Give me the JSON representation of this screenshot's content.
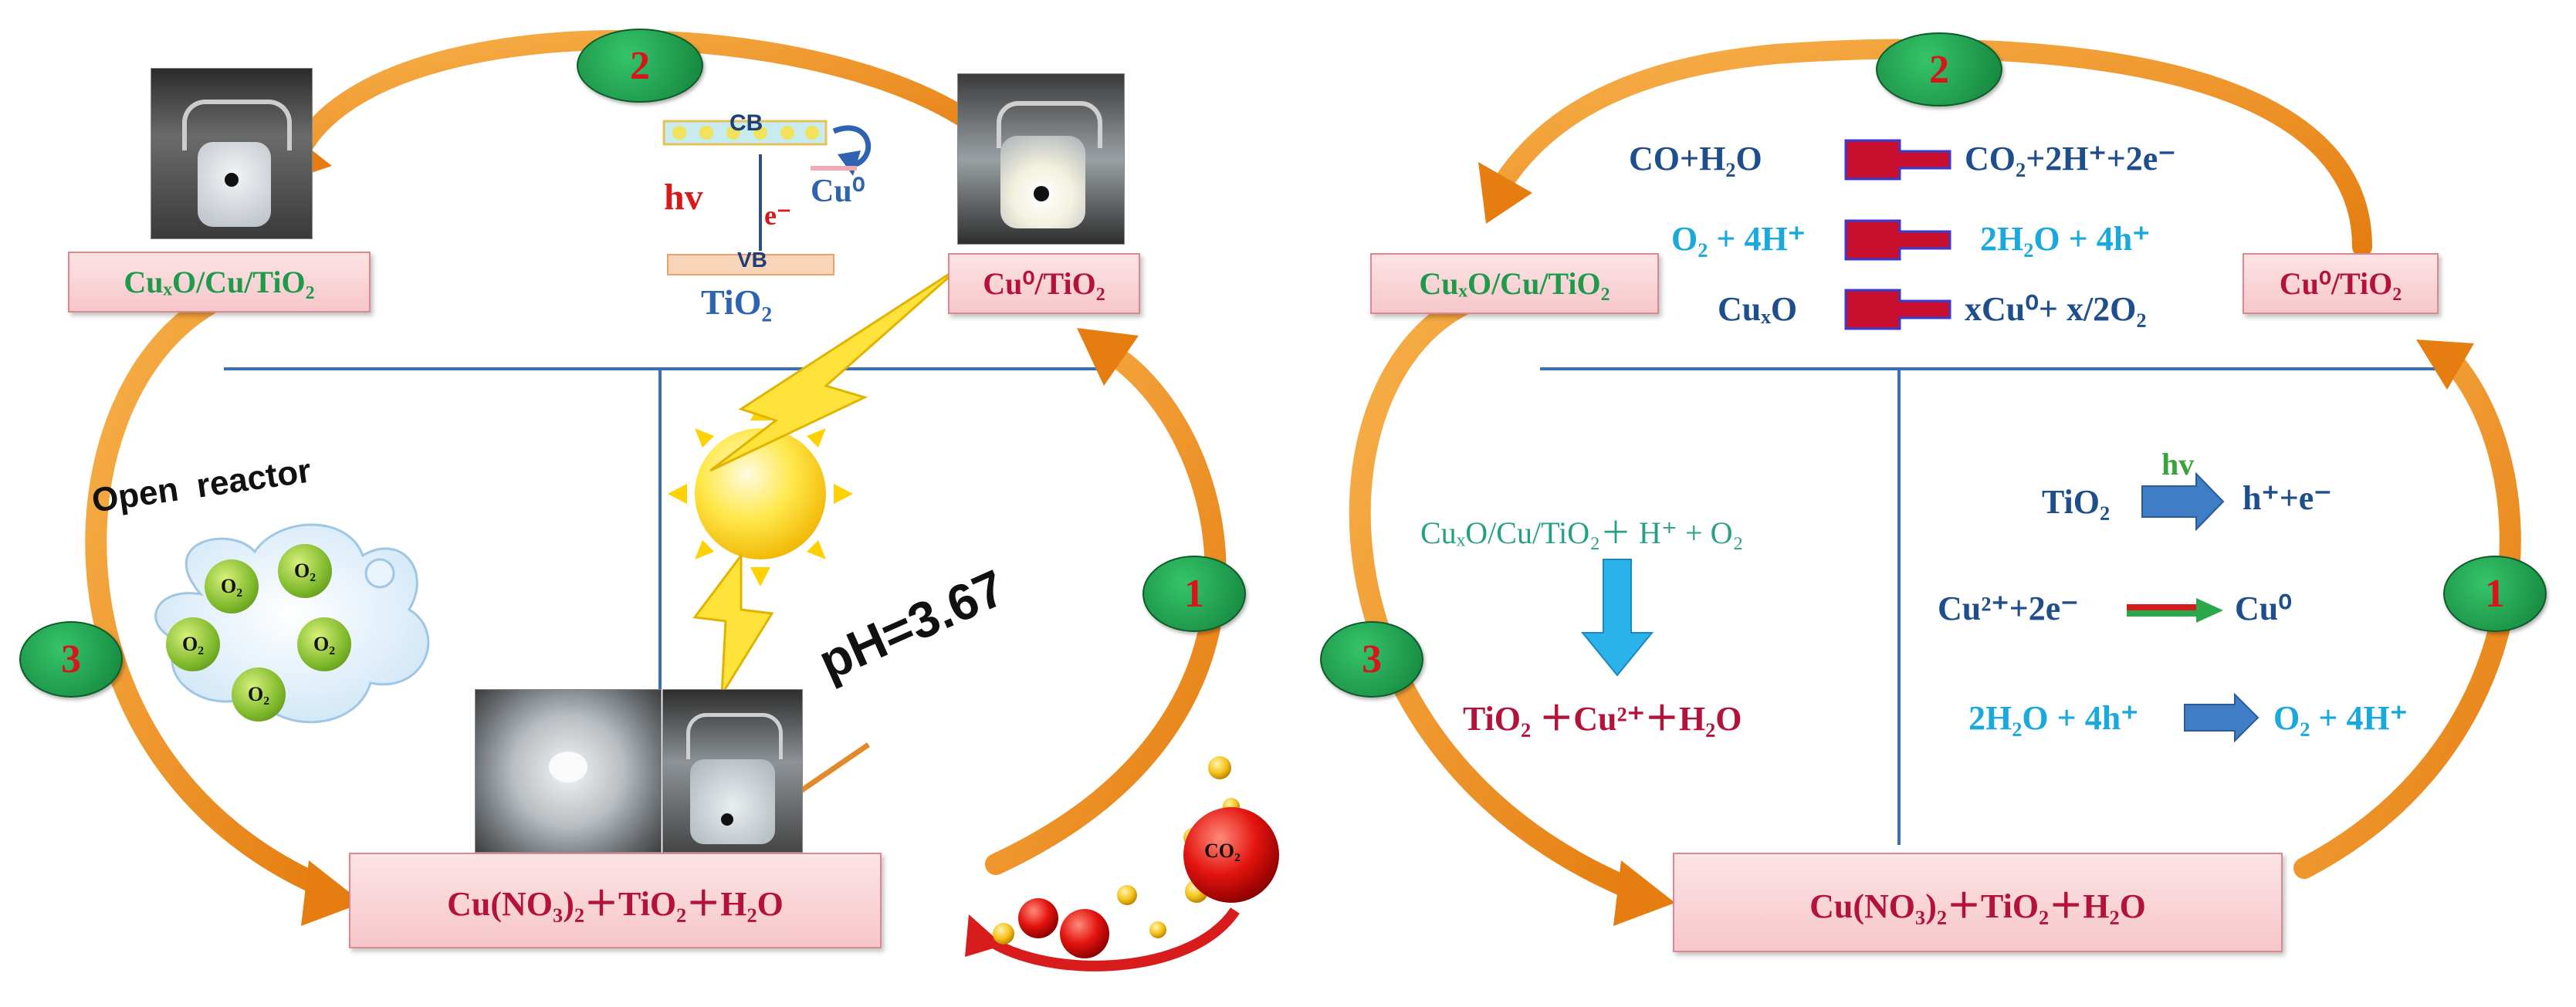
{
  "left": {
    "box_cuxo": "CuₓO/Cu/TiO₂",
    "box_cu0": "Cu⁰/TiO₂",
    "box_bottom": "Cu(NO₃)₂＋TiO₂＋H₂O",
    "badge_1": "1",
    "badge_2": "2",
    "badge_3": "3",
    "band": {
      "cb": "CB",
      "vb": "VB",
      "hv": "hv",
      "e": "e⁻",
      "cu0": "Cu⁰",
      "tio2": "TiO₂"
    },
    "open_reactor": "Open  reactor",
    "o2_label": "O₂",
    "ph": "pH=3.67",
    "co2": "CO₂"
  },
  "right": {
    "box_cuxo": "CuₓO/Cu/TiO₂",
    "box_cu0": "Cu⁰/TiO₂",
    "box_bottom": "Cu(NO₃)₂＋TiO₂＋H₂O",
    "badge_1": "1",
    "badge_2": "2",
    "badge_3": "3",
    "eq_top": [
      {
        "product": "CO+H₂O",
        "reactant": "CO₂+2H⁺+2e⁻"
      },
      {
        "product": "O₂ + 4H⁺",
        "reactant": "2H₂O + 4h⁺"
      },
      {
        "product": "CuₓO",
        "reactant": "xCu⁰+ x/2O₂"
      }
    ],
    "eq3_top": "CuₓO/Cu/TiO₂＋ H⁺ + O₂",
    "eq3_bottom": "TiO₂ ＋Cu²⁺＋H₂O",
    "eq1": [
      {
        "left": "TiO₂",
        "over": "hv",
        "right": "h⁺+e⁻"
      },
      {
        "left": "Cu²⁺+2e⁻",
        "over": "",
        "right": "Cu⁰"
      },
      {
        "left": "2H₂O + 4h⁺",
        "over": "",
        "right": "O₂ + 4H⁺"
      }
    ]
  },
  "colors": {
    "arrow_orange": "#f0921f",
    "box_pink": "#f6c7cb",
    "badge_green": "#1f9a48",
    "badge_text": "#d9141b",
    "navy": "#1f4e8c",
    "cyan": "#1aa9dc",
    "red_arrow": "#c8102e"
  }
}
